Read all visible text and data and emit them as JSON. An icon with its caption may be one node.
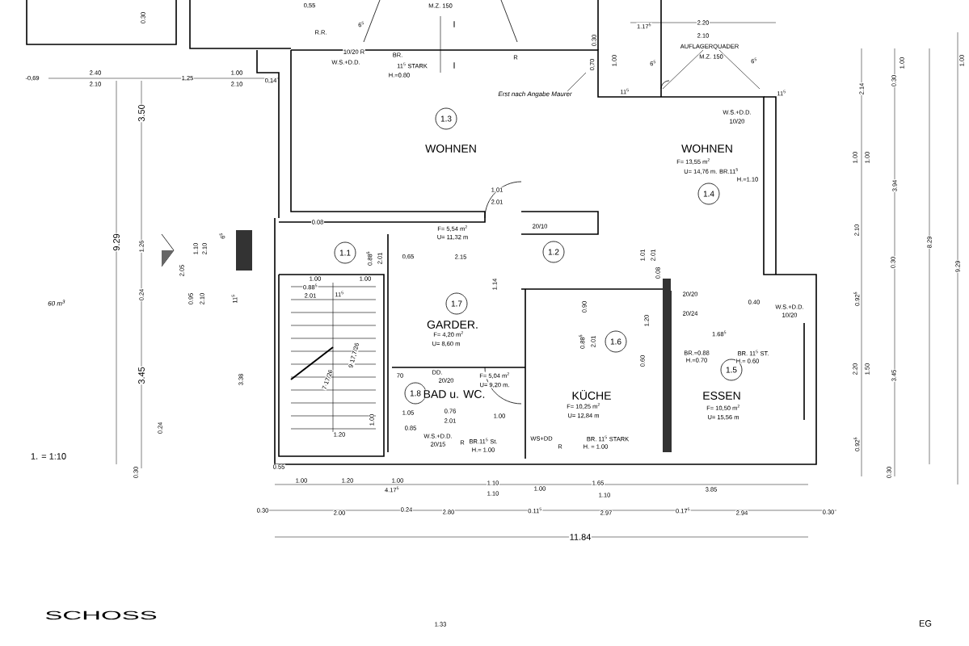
{
  "diagram": {
    "nodes": [
      {
        "text": [
          "1.3"
        ]
      },
      {
        "text": [
          "1.4"
        ]
      },
      {
        "text": [
          "1.1"
        ]
      },
      {
        "text": [
          "1.2"
        ]
      },
      {
        "text": [
          "1.7"
        ]
      },
      {
        "text": [
          "1.6"
        ]
      },
      {
        "text": [
          "1.5"
        ]
      },
      {
        "text": [
          "1.8"
        ]
      }
    ],
    "labels": [
      "0.30",
      "0,55",
      "M.Z. 150",
      "R.R.",
      "6$^{5}$",
      "10/20 R",
      "W.S.+D.D.",
      "BR.",
      "11$^{5}$ STARK",
      "H.=0.80",
      "I",
      "I",
      "R",
      "Erst nach Angabe Maurer",
      "-0,69",
      "2.40",
      "2.10",
      "1,25",
      "1.00",
      "2.10",
      "0,14",
      "3.50",
      "WOHNEN",
      "1.17$^{5}$",
      "2.20",
      "2.10",
      "AUFLAGERQUADER",
      "M.Z. 150",
      "0.30",
      "0,70",
      "1.00",
      "6$^{5}$",
      "6$^{5}$",
      "11$^{5}$",
      "11$^{5}$",
      "W.S.+D.D.",
      "10/20",
      "WOHNEN",
      "F= 13,55 m$^{2}$",
      "U= 14,76 m. BR.11$^{5}$",
      "H.=1.10",
      "1.00",
      "2.14",
      "1.00",
      "0.30",
      "1.00",
      "1.00",
      "3.94",
      "2.10",
      "0.30",
      "8.29",
      "9.29",
      "0.92$^{5}$",
      "2.20",
      "1.50",
      "3.45",
      "0.92$^{5}$",
      "0.30",
      "1.01",
      "2.01",
      "0.08",
      "F= 5,54 m$^{2}$",
      "U= 11,32 m",
      "20/10",
      "0.88$^{5}$",
      "2.01",
      "0,65",
      "2.15",
      "1.01",
      "2.01",
      "0.08",
      "9.29",
      "1.26",
      "0.24",
      "3.45",
      "0.24",
      "0.30",
      "60 m$^{3}$",
      "1. = 1:10",
      "6$^{5}$",
      "2.05",
      "1.10",
      "2.10",
      "0.95",
      "2.10",
      "11$^{5}$",
      "3.38",
      "1.00",
      "1.00",
      "0.88$^{5}$",
      "2.01",
      "11$^{5}$",
      "7·17/26",
      "9·17,7/26",
      "1.20",
      "1.00",
      "GARDER.",
      "F= 4,20 m$^{2}$",
      "U= 8,60 m",
      "1.14",
      "70",
      "DD.",
      "20/20",
      "F= 5,04 m$^{2}$",
      "U= 9,20 m.",
      "BAD u. WC.",
      "1.05",
      "0.76",
      "2.01",
      "1.00",
      "0.85",
      "W.S.+D.D.",
      "20/15",
      "R",
      "BR.11$^{5}$ St.",
      "H.= 1.00",
      "0.90",
      "0.88$^{5}$",
      "2.01",
      "1.20",
      "0.60",
      "KÜCHE",
      "F= 10,25 m$^{2}$",
      "U= 12,84 m",
      "WS+DD",
      "R",
      "BR. 11$^{5}$ STARK",
      "H. = 1.00",
      "20/20",
      "20/24",
      "0.40",
      "W.S.+D.D.",
      "10/20",
      "1.68$^{5}$",
      "BR.=0.88",
      "H.=0.70",
      "BR. 11$^{5}$ ST.",
      "H.= 0.60",
      "ESSEN",
      "F= 10,50 m$^{2}$",
      "U= 15,56 m",
      "0.55",
      "1.00",
      "1.20",
      "1.00",
      "4.17$^{5}$",
      "1.10",
      "1.10",
      "1.00",
      "1.65",
      "1.10",
      "3.85",
      "0.30",
      "2.00",
      "0.24",
      "2.80",
      "0.11$^{5}$",
      "2.97",
      "0.17$^{5}$",
      "2.94",
      "0.30",
      "11.84",
      "SCHOSS",
      "1.33",
      "EG"
    ]
  }
}
